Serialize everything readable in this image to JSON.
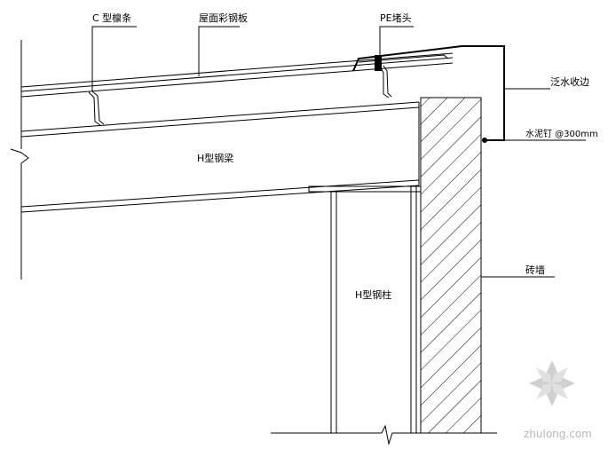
{
  "labels": {
    "c_purlin": "C 型檩条",
    "roof_panel": "屋面彩钢板",
    "pe_plug": "PE堵头",
    "flashing": "泛水收边",
    "nail": "水泥钉 @300mm",
    "beam": "H型钢梁",
    "column": "H型钢柱",
    "brick_wall": "砖墙"
  },
  "watermark": {
    "text": "zhulong.com"
  }
}
